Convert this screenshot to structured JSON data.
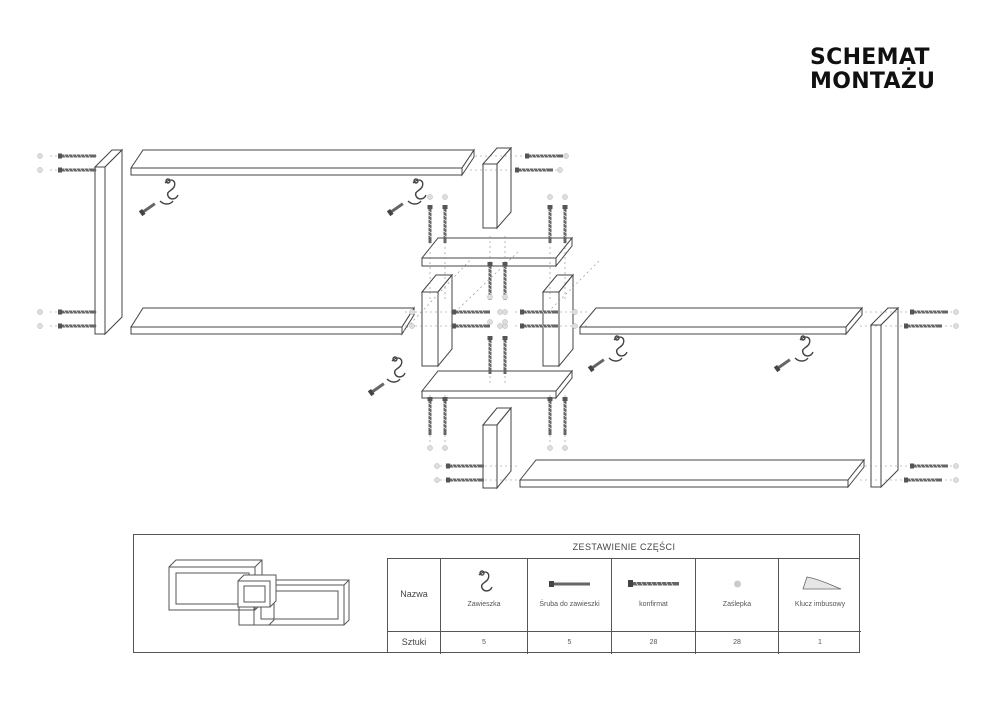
{
  "title": {
    "line1": "SCHEMAT",
    "line2": "MONTAŻU"
  },
  "parts": {
    "heading": "ZESTAWIENIE CZĘŚCI",
    "row_name_label": "Nazwa",
    "row_qty_label": "Sztuki",
    "items": [
      {
        "name": "Zawieszka",
        "qty": "5",
        "icon": "hanger-icon"
      },
      {
        "name": "Śruba do zawieszki",
        "qty": "5",
        "icon": "hanger-screw-icon"
      },
      {
        "name": "konfirmat",
        "qty": "28",
        "icon": "confirmat-screw-icon"
      },
      {
        "name": "Zaślepka",
        "qty": "28",
        "icon": "cap-icon"
      },
      {
        "name": "Klucz imbusowy",
        "qty": "1",
        "icon": "allen-key-icon"
      }
    ]
  }
}
